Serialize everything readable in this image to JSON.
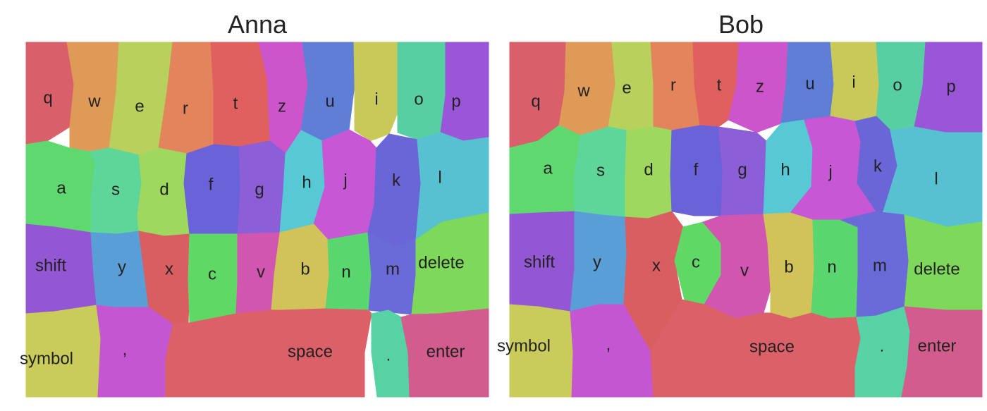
{
  "panels": [
    {
      "title": "Anna",
      "keys": [
        {
          "id": "q",
          "label": "q",
          "color": "#d9606b"
        },
        {
          "id": "w",
          "label": "w",
          "color": "#e09a58"
        },
        {
          "id": "e",
          "label": "e",
          "color": "#b7d15c"
        },
        {
          "id": "r",
          "label": "r",
          "color": "#e3845c"
        },
        {
          "id": "t",
          "label": "t",
          "color": "#e0605f"
        },
        {
          "id": "z",
          "label": "z",
          "color": "#cc55cc"
        },
        {
          "id": "u",
          "label": "u",
          "color": "#5f7fd6"
        },
        {
          "id": "i",
          "label": "i",
          "color": "#c9c95a"
        },
        {
          "id": "o",
          "label": "o",
          "color": "#58cfa3"
        },
        {
          "id": "p",
          "label": "p",
          "color": "#9b55d8"
        },
        {
          "id": "a",
          "label": "a",
          "color": "#60d870"
        },
        {
          "id": "s",
          "label": "s",
          "color": "#5ed69a"
        },
        {
          "id": "d",
          "label": "d",
          "color": "#9ed85f"
        },
        {
          "id": "f",
          "label": "f",
          "color": "#6a62d8"
        },
        {
          "id": "g",
          "label": "g",
          "color": "#8c5fd8"
        },
        {
          "id": "h",
          "label": "h",
          "color": "#57c9d4"
        },
        {
          "id": "j",
          "label": "j",
          "color": "#c757d4"
        },
        {
          "id": "k",
          "label": "k",
          "color": "#6a66d8"
        },
        {
          "id": "l",
          "label": "l",
          "color": "#57c1d1"
        },
        {
          "id": "shift",
          "label": "shift",
          "color": "#9457d4"
        },
        {
          "id": "y",
          "label": "y",
          "color": "#5a9ed8"
        },
        {
          "id": "x",
          "label": "x",
          "color": "#d95e62"
        },
        {
          "id": "c",
          "label": "c",
          "color": "#60d866"
        },
        {
          "id": "v",
          "label": "v",
          "color": "#d156b0"
        },
        {
          "id": "b",
          "label": "b",
          "color": "#d1c25a"
        },
        {
          "id": "n",
          "label": "n",
          "color": "#5ad66e"
        },
        {
          "id": "m",
          "label": "m",
          "color": "#6a6ad8"
        },
        {
          "id": "delete",
          "label": "delete",
          "color": "#7ed85a"
        },
        {
          "id": "symbol",
          "label": "symbol",
          "color": "#c9cb5a"
        },
        {
          "id": "comma",
          "label": ",",
          "color": "#c456d2"
        },
        {
          "id": "space",
          "label": "space",
          "color": "#dc6068"
        },
        {
          "id": "period",
          "label": ".",
          "color": "#56d2a4"
        },
        {
          "id": "enter",
          "label": "enter",
          "color": "#d35c8e"
        }
      ]
    },
    {
      "title": "Bob",
      "keys": [
        {
          "id": "q",
          "label": "q",
          "color": "#d9606b"
        },
        {
          "id": "w",
          "label": "w",
          "color": "#e09a58"
        },
        {
          "id": "e",
          "label": "e",
          "color": "#b7d15c"
        },
        {
          "id": "r",
          "label": "r",
          "color": "#e3845c"
        },
        {
          "id": "t",
          "label": "t",
          "color": "#e0605f"
        },
        {
          "id": "z",
          "label": "z",
          "color": "#cc55cc"
        },
        {
          "id": "u",
          "label": "u",
          "color": "#5f7fd6"
        },
        {
          "id": "i",
          "label": "i",
          "color": "#c9c95a"
        },
        {
          "id": "o",
          "label": "o",
          "color": "#58cfa3"
        },
        {
          "id": "p",
          "label": "p",
          "color": "#9b55d8"
        },
        {
          "id": "a",
          "label": "a",
          "color": "#60d870"
        },
        {
          "id": "s",
          "label": "s",
          "color": "#5ed69a"
        },
        {
          "id": "d",
          "label": "d",
          "color": "#9ed85f"
        },
        {
          "id": "f",
          "label": "f",
          "color": "#6a62d8"
        },
        {
          "id": "g",
          "label": "g",
          "color": "#8c5fd8"
        },
        {
          "id": "h",
          "label": "h",
          "color": "#57c9d4"
        },
        {
          "id": "j",
          "label": "j",
          "color": "#c757d4"
        },
        {
          "id": "k",
          "label": "k",
          "color": "#6a66d8"
        },
        {
          "id": "l",
          "label": "l",
          "color": "#57c1d1"
        },
        {
          "id": "shift",
          "label": "shift",
          "color": "#9457d4"
        },
        {
          "id": "y",
          "label": "y",
          "color": "#5a9ed8"
        },
        {
          "id": "x",
          "label": "x",
          "color": "#d95e62"
        },
        {
          "id": "c",
          "label": "c",
          "color": "#60d866"
        },
        {
          "id": "v",
          "label": "v",
          "color": "#d156b0"
        },
        {
          "id": "b",
          "label": "b",
          "color": "#d1c25a"
        },
        {
          "id": "n",
          "label": "n",
          "color": "#5ad66e"
        },
        {
          "id": "m",
          "label": "m",
          "color": "#6a6ad8"
        },
        {
          "id": "delete",
          "label": "delete",
          "color": "#7ed85a"
        },
        {
          "id": "symbol",
          "label": "symbol",
          "color": "#c9cb5a"
        },
        {
          "id": "comma",
          "label": ",",
          "color": "#c456d2"
        },
        {
          "id": "space",
          "label": "space",
          "color": "#dc6068"
        },
        {
          "id": "period",
          "label": ".",
          "color": "#56d2a4"
        },
        {
          "id": "enter",
          "label": "enter",
          "color": "#d35c8e"
        }
      ]
    }
  ]
}
